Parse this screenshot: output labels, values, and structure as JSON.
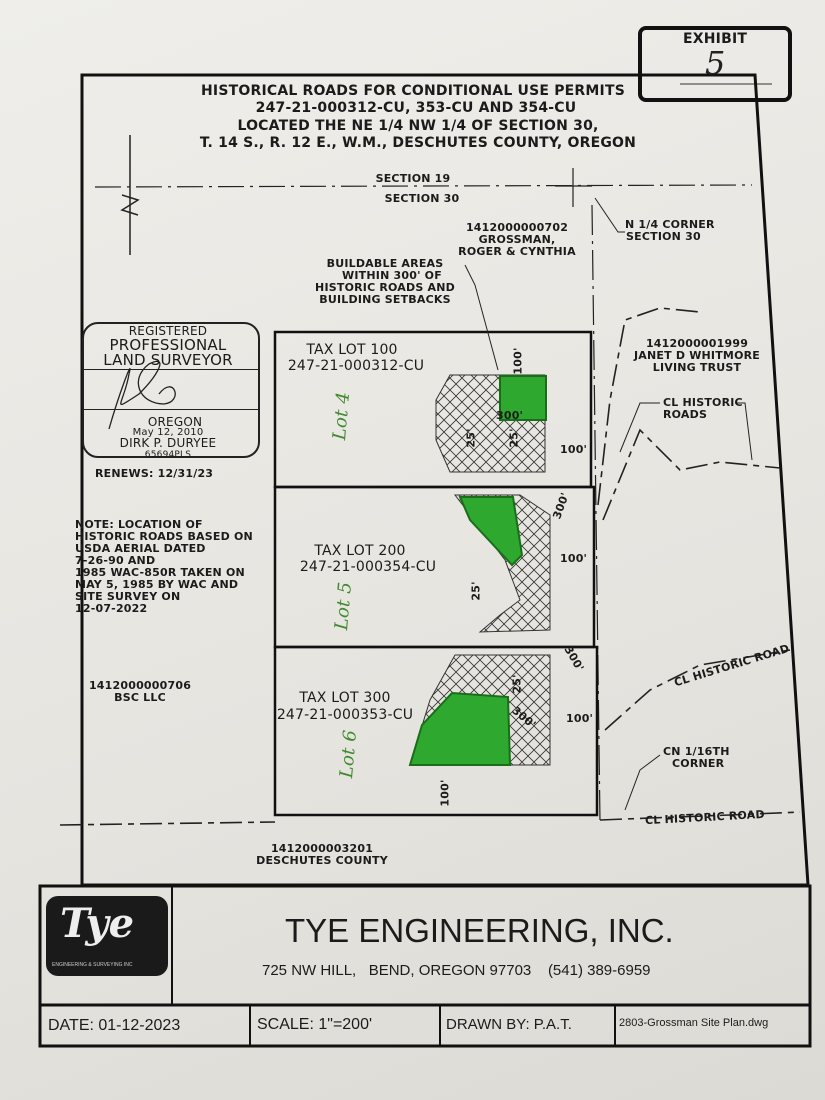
{
  "exhibit": {
    "label": "EXHIBIT",
    "number": "5"
  },
  "title": {
    "line1": "HISTORICAL ROADS FOR CONDITIONAL USE PERMITS",
    "line2": "247-21-000312-CU, 353-CU AND 354-CU",
    "line3": "LOCATED THE NE 1/4 NW 1/4 OF SECTION 30,",
    "line4": "T. 14 S., R. 12 E., W.M., DESCHUTES COUNTY, OREGON"
  },
  "sections": {
    "top": "SECTION 19",
    "bottom": "SECTION 30"
  },
  "corner_label": {
    "line1": "N 1/4 CORNER",
    "line2": "SECTION 30"
  },
  "owners": {
    "north": {
      "id": "1412000000702",
      "name1": "GROSSMAN,",
      "name2": "ROGER & CYNTHIA"
    },
    "east": {
      "id": "1412000001999",
      "name1": "JANET D WHITMORE",
      "name2": "LIVING TRUST"
    },
    "west": {
      "id": "1412000000706",
      "name1": "BSC LLC"
    },
    "south": {
      "id": "1412000003201",
      "name1": "DESCHUTES COUNTY"
    }
  },
  "buildable_note": [
    "BUILDABLE AREAS",
    "WITHIN 300' OF",
    "HISTORIC ROADS AND",
    "BUILDING SETBACKS"
  ],
  "stamp": {
    "line1": "REGISTERED",
    "line2": "PROFESSIONAL",
    "line3": "LAND SURVEYOR",
    "state": "OREGON",
    "date": "May 12, 2010",
    "name": "DIRK P. DURYEE",
    "number": "65694PLS",
    "renews": "RENEWS: 12/31/23"
  },
  "note": [
    "NOTE: LOCATION OF",
    "HISTORIC ROADS BASED ON",
    "USDA AERIAL DATED",
    "7-26-90 AND",
    "1985 WAC-850R TAKEN ON",
    "MAY 5, 1985 BY WAC AND",
    "SITE SURVEY ON",
    "12-07-2022"
  ],
  "lots": [
    {
      "name": "TAX LOT 100",
      "permit": "247-21-000312-CU",
      "handwritten": "Lot 4"
    },
    {
      "name": "TAX LOT 200",
      "permit": "247-21-000354-CU",
      "handwritten": "Lot 5"
    },
    {
      "name": "TAX LOT 300",
      "permit": "247-21-000353-CU",
      "handwritten": "Lot 6"
    }
  ],
  "dimensions": {
    "d100": "100'",
    "d300": "300'",
    "d25": "25'"
  },
  "roads": {
    "cl_historic_roads_1": "CL HISTORIC",
    "cl_historic_roads_2": "ROADS",
    "cl_historic_road_a": "CL HISTORIC ROAD",
    "cl_historic_road_b": "CL HISTORIC ROAD",
    "cn_corner_1": "CN 1/16TH",
    "cn_corner_2": "CORNER"
  },
  "title_block": {
    "company": "TYE ENGINEERING, INC.",
    "address": "725 NW HILL,   BEND, OREGON 97703    (541) 389-6959",
    "logo_text": "Tye",
    "logo_sub": "ENGINEERING & SURVEYING INC",
    "date": "DATE:  01-12-2023",
    "scale": "SCALE:  1\"=200'",
    "drawn_by": "DRAWN BY:  P.A.T.",
    "file": "2803-Grossman Site Plan.dwg"
  },
  "colors": {
    "ink": "#1b1b1b",
    "highlight": "#2ea82e",
    "pen": "#3f8a2f"
  }
}
